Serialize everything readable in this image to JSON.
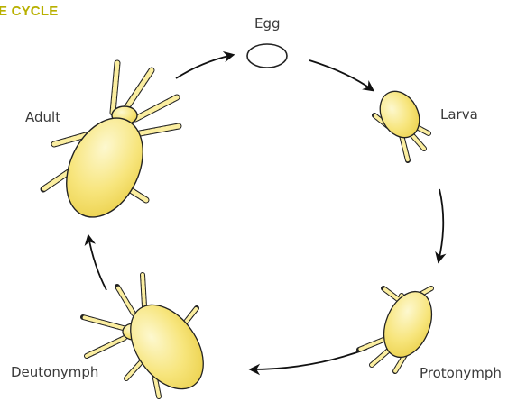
{
  "diagram": {
    "title": "E CYCLE",
    "title_color": "#b8b000",
    "stages": {
      "egg": "Egg",
      "larva": "Larva",
      "protonymph": "Protonymph",
      "deutonymph": "Deutonymph",
      "adult": "Adult"
    },
    "colors": {
      "body_fill": "#f7e882",
      "body_highlight": "#fdf7c6",
      "outline": "#222222",
      "arrow": "#111111"
    },
    "icons": [
      "mite-icon",
      "egg-icon",
      "arrow-icon"
    ]
  }
}
